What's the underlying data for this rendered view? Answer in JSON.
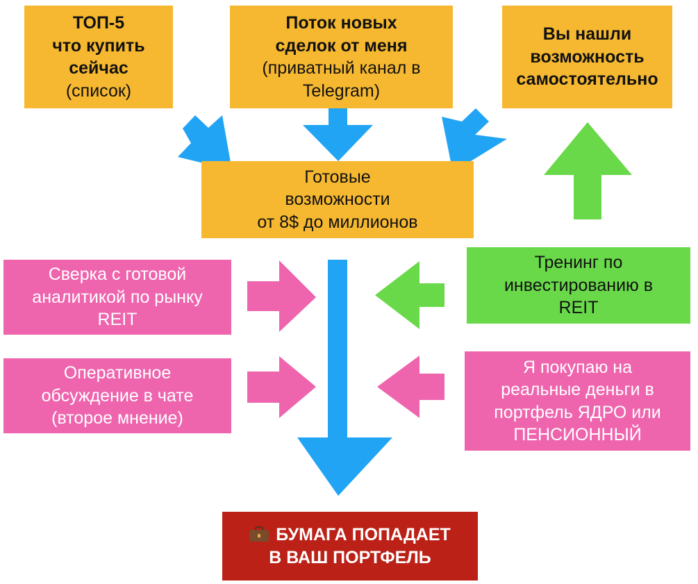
{
  "nodes": {
    "top5": {
      "title": "ТОП-5",
      "line2": "что купить",
      "line3": "сейчас",
      "line4": "(список)"
    },
    "deal_flow": {
      "line1": "Поток новых",
      "line2": "сделок от меня",
      "line3": "(приватный канал в",
      "line4": "Telegram)"
    },
    "self_found": {
      "line1": "Вы нашли",
      "line2": "возможность",
      "line3": "самостоятельно"
    },
    "ready": {
      "line1": "Готовые",
      "line2": "возможности",
      "line3": "от 8$ до миллионов"
    },
    "analytics": {
      "line1": "Сверка с готовой",
      "line2": "аналитикой по рынку",
      "line3": "REIT"
    },
    "chat": {
      "line1": "Оперативное",
      "line2": "обсуждение в чате",
      "line3": "(второе мнение)"
    },
    "training": {
      "line1": "Тренинг по",
      "line2": "инвестированию в",
      "line3": "REIT"
    },
    "buy_real": {
      "line1": "Я покупаю на",
      "line2": "реальные деньги в",
      "line3": "портфель ЯДРО или",
      "line4": "ПЕНСИОННЫЙ"
    },
    "result": {
      "icon": "briefcase-icon",
      "line1": "БУМАГА ПОПАДАЕТ",
      "line2": "В ВАШ ПОРТФЕЛЬ"
    }
  },
  "colors": {
    "orange": "#F6B830",
    "pink": "#EE65AE",
    "green": "#69D94A",
    "blue": "#22A4F5",
    "red": "#BC2117"
  }
}
